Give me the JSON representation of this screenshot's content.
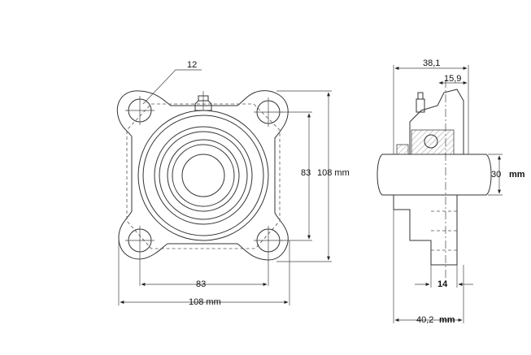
{
  "front_view": {
    "hole_callout": "12",
    "bolt_spacing_vertical": "83",
    "overall_height": "108 mm",
    "bolt_spacing_horizontal": "83",
    "overall_width": "108 mm"
  },
  "side_view": {
    "total_length": "38,1",
    "flange_offset": "15,9",
    "shaft_diameter_value": "30",
    "shaft_diameter_unit": "mm",
    "flange_thickness": "14",
    "overall_length_value": "40,2",
    "overall_length_unit": "mm"
  }
}
